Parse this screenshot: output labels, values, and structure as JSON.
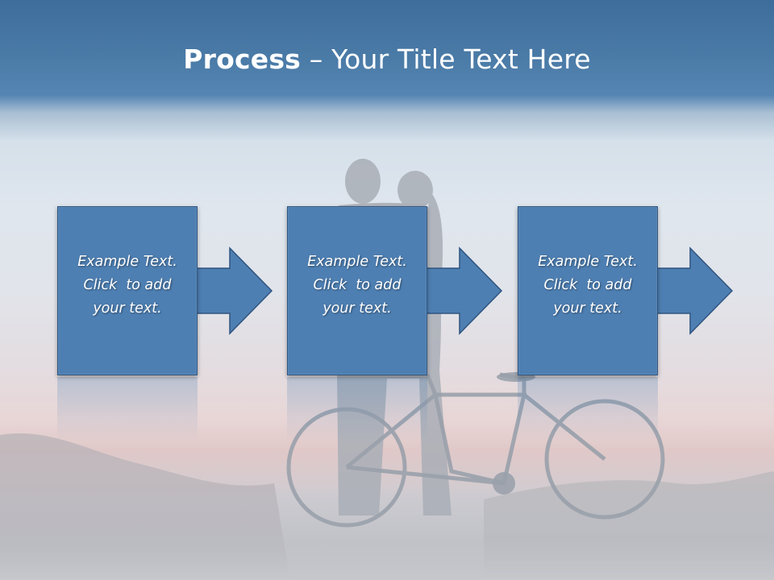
{
  "slide": {
    "title_bold": "Process",
    "title_rest": " – Your Title Text Here"
  },
  "steps": [
    {
      "line1": "Example Text.",
      "line2": "Click  to add",
      "line3": "your text."
    },
    {
      "line1": "Example Text.",
      "line2": "Click  to add",
      "line3": "your text."
    },
    {
      "line1": "Example Text.",
      "line2": "Click  to add",
      "line3": "your text."
    }
  ],
  "colors": {
    "box_fill": "#4e7fb2",
    "box_border": "#2f5580",
    "title_bar": "#4a7aa6",
    "text": "#ffffff"
  },
  "icons": {
    "arrow": "right-arrow-icon",
    "background": "couple-with-bicycle-silhouette"
  }
}
